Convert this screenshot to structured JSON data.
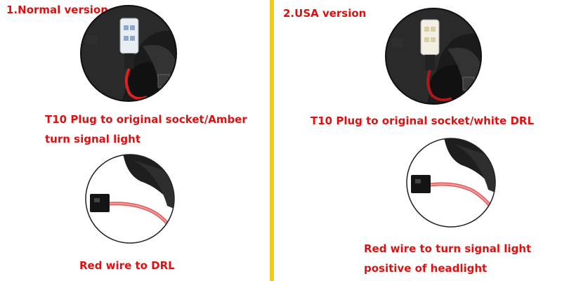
{
  "left": {
    "heading": "1.Normal version",
    "plug_caption": [
      "T10 Plug to original socket/Amber",
      "turn signal light"
    ],
    "wire_caption": "Red wire to DRL"
  },
  "right": {
    "heading": "2.USA version",
    "plug_caption": "T10 Plug to original socket/white DRL",
    "wire_caption": [
      "Red wire to turn signal light",
      "positive of headlight"
    ]
  },
  "colors": {
    "text_accent": "#e01010",
    "divider": "#f2cb1d"
  }
}
